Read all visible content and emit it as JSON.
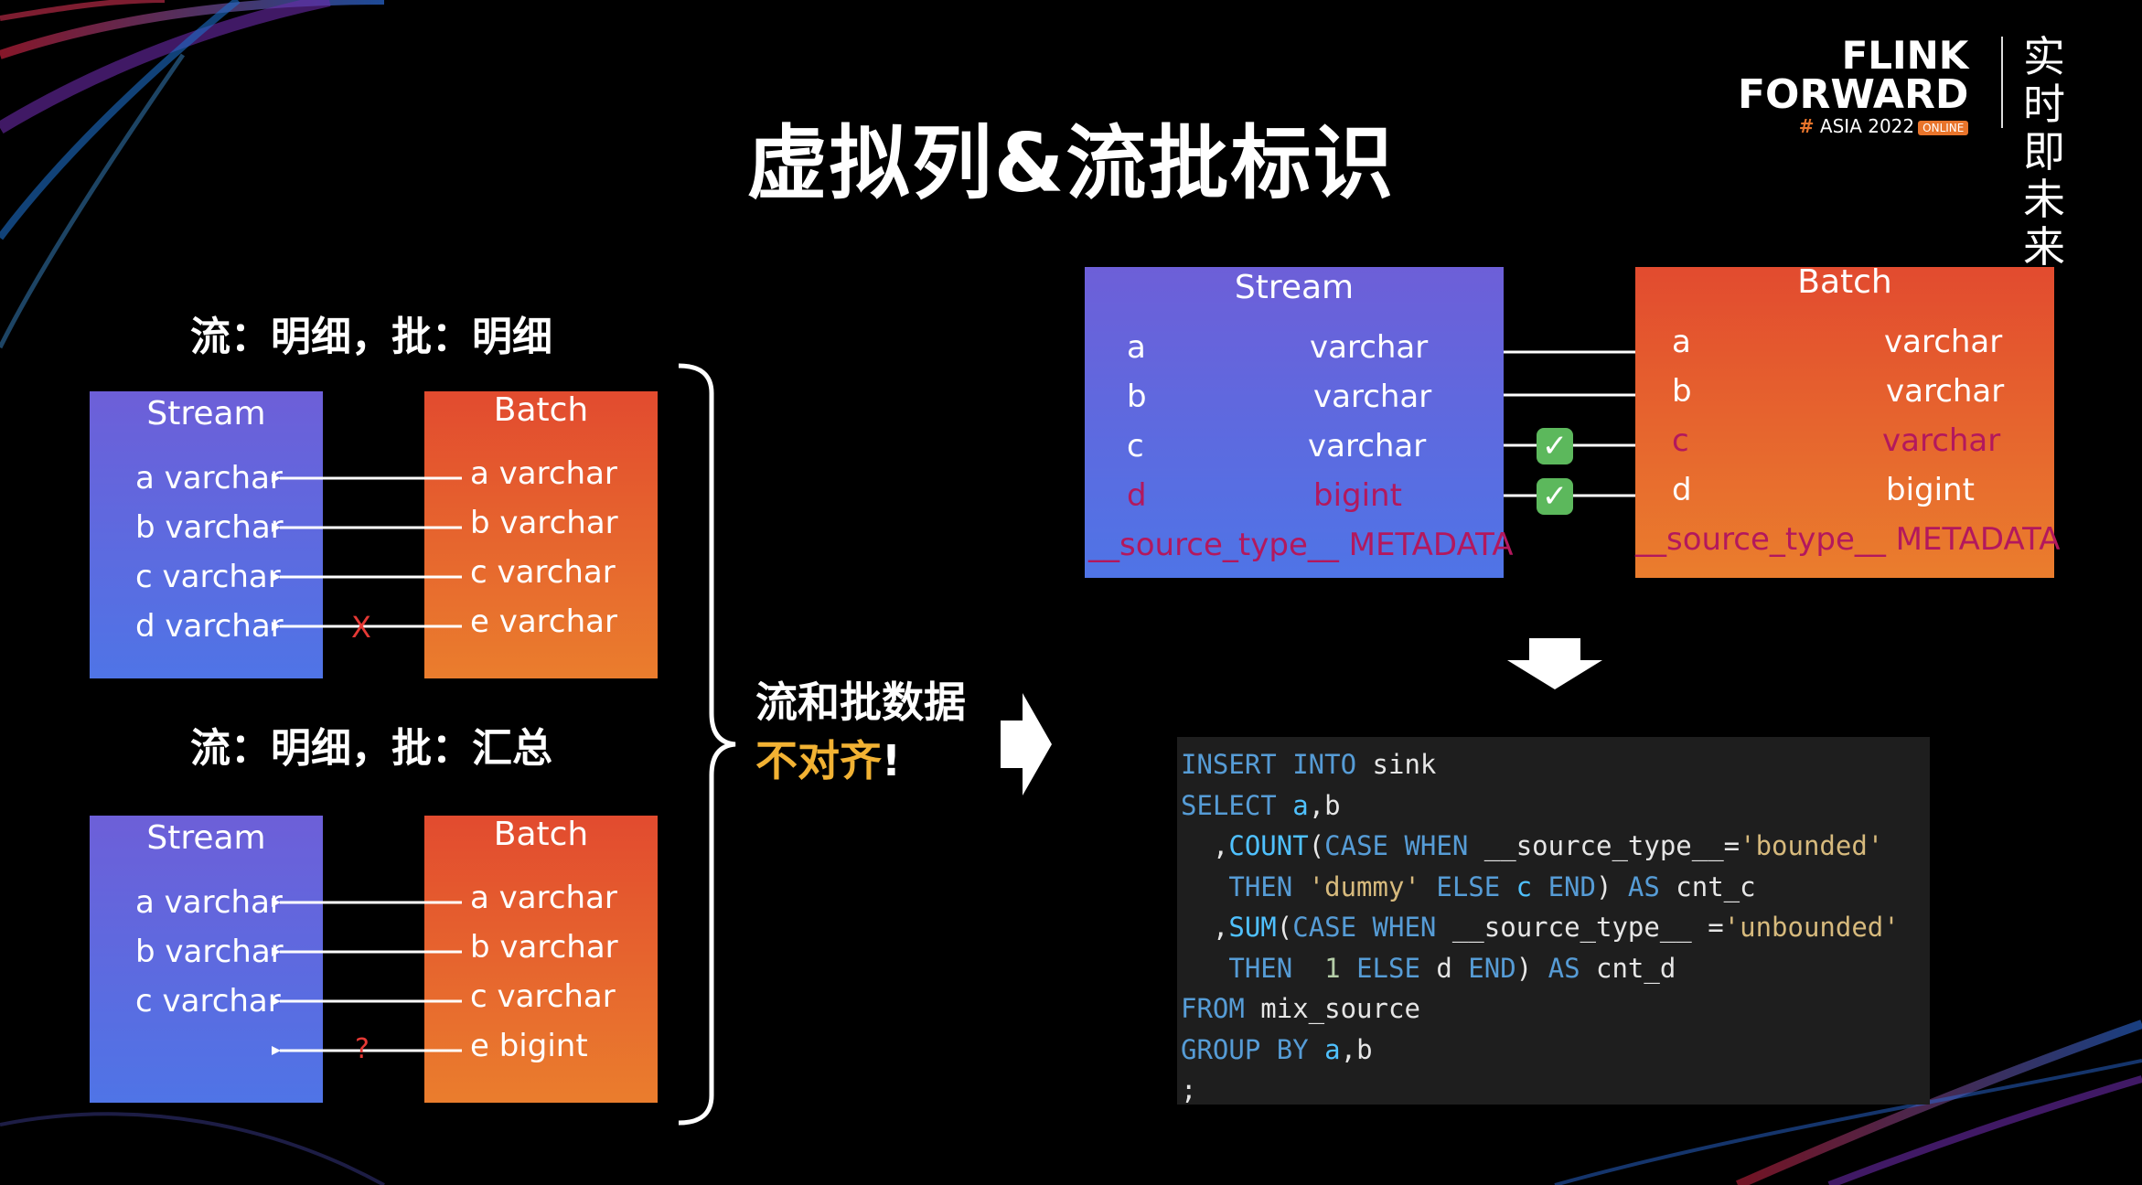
{
  "header": {
    "title": "虚拟列&流批标识",
    "logo": {
      "line1": "FLINK",
      "line2": "FORWARD",
      "hash": "#",
      "event": "ASIA 2022",
      "online": "ONLINE",
      "cn": "实时即未来"
    }
  },
  "case1": {
    "label": "流：明细，批：明细",
    "stream": {
      "title": "Stream",
      "rows": [
        "a varchar",
        "b varchar",
        "c varchar",
        "d varchar"
      ]
    },
    "batch": {
      "title": "Batch",
      "rows": [
        "a varchar",
        "b varchar",
        "c varchar",
        "e varchar"
      ]
    },
    "mark": "X"
  },
  "case2": {
    "label": "流：明细，批：汇总",
    "stream": {
      "title": "Stream",
      "rows": [
        "a varchar",
        "b varchar",
        "c varchar"
      ]
    },
    "batch": {
      "title": "Batch",
      "rows": [
        "a varchar",
        "b varchar",
        "c varchar",
        "e bigint"
      ]
    },
    "mark": "?"
  },
  "conclusion": {
    "line1": "流和批数据",
    "line2": "不对齐",
    "bang": "!"
  },
  "right": {
    "stream": {
      "title": "Stream",
      "rows": [
        {
          "name": "a",
          "type": "varchar"
        },
        {
          "name": "b",
          "type": "varchar"
        },
        {
          "name": "c",
          "type": "varchar"
        },
        {
          "name": "d",
          "type": "bigint"
        }
      ],
      "meta": "__source_type__ METADATA"
    },
    "batch": {
      "title": "Batch",
      "rows": [
        {
          "name": "a",
          "type": "varchar"
        },
        {
          "name": "b",
          "type": "varchar"
        },
        {
          "name": "c",
          "type": "varchar"
        },
        {
          "name": "d",
          "type": "bigint"
        }
      ],
      "meta": "__source_type__ METADATA"
    },
    "check_glyph": "✓"
  },
  "sql": {
    "l1_kw": "INSERT INTO",
    "l1_rest": " sink",
    "l2_kw": "SELECT",
    "l2_a": " a",
    "l2_rest": ",b",
    "l3_pre": "  ,",
    "l3_fn": "COUNT",
    "l3_p": "(",
    "l3_kw1": "CASE WHEN",
    "l3_mid": " __source_type__=",
    "l3_str": "'bounded'",
    "l4_kw1": "   THEN",
    "l4_str": " 'dummy'",
    "l4_kw2": " ELSE",
    "l4_c": " c",
    "l4_kw3": " END",
    "l4_p": ") ",
    "l4_kw4": "AS",
    "l4_rest": " cnt_c",
    "l5_pre": "  ,",
    "l5_fn": "SUM",
    "l5_p": "(",
    "l5_kw1": "CASE WHEN",
    "l5_mid": " __source_type__ =",
    "l5_str": "'unbounded'",
    "l6_kw1": "   THEN",
    "l6_num": "  1",
    "l6_kw2": " ELSE",
    "l6_d": " d",
    "l6_kw3": " END",
    "l6_p": ") ",
    "l6_kw4": "AS",
    "l6_rest": " cnt_d",
    "l7_kw": "FROM",
    "l7_rest": " mix_source",
    "l8_kw": "GROUP BY",
    "l8_a": " a",
    "l8_rest": ",b",
    "l9": ";"
  }
}
